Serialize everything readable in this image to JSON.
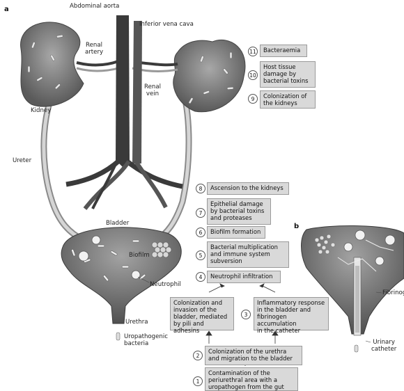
{
  "panels": {
    "a": "a",
    "b": "b"
  },
  "labels": {
    "abdominal_aorta": "Abdominal aorta",
    "inferior_vena_cava": "Inferior vena cava",
    "renal_artery": "Renal\nartery",
    "renal_vein": "Renal\nvein",
    "kidney": "Kidney",
    "ureter": "Ureter",
    "bladder": "Bladder",
    "biofilm": "Biofilm",
    "neutrophil": "Neutrophil",
    "urethra": "Urethra",
    "uropathogenic_bacteria": "Uropathogenic\nbacteria",
    "fibrinogen": "Fibrinogen",
    "urinary_catheter": "Urinary\ncatheter"
  },
  "steps": [
    {
      "num": "1",
      "text": "Contamination of the\nperiurethral area with a\nuropathogen from the gut"
    },
    {
      "num": "2",
      "text": "Colonization of the urethra\nand migration to the bladder"
    },
    {
      "num": "",
      "text": "Colonization and\ninvasion of the\nbladder, mediated\nby pili and adhesins"
    },
    {
      "num": "3",
      "text": "Inflammatory response\nin the bladder and\nfibrinogen accumulation\nin the catheter"
    },
    {
      "num": "4",
      "text": "Neutrophil infiltration"
    },
    {
      "num": "5",
      "text": "Bacterial multiplication\nand immune system\nsubversion"
    },
    {
      "num": "6",
      "text": "Biofilm formation"
    },
    {
      "num": "7",
      "text": "Epithelial damage\nby bacterial toxins\nand proteases"
    },
    {
      "num": "8",
      "text": "Ascension to the kidneys"
    },
    {
      "num": "9",
      "text": "Colonization of\nthe kidneys"
    },
    {
      "num": "10",
      "text": "Host tissue\ndamage by\nbacterial toxins"
    },
    {
      "num": "11",
      "text": "Bacteraemia"
    }
  ],
  "colors": {
    "organ_dark": "#5b5b5b",
    "organ_light": "#a9a9a9",
    "vessel": "#3a3a3a",
    "box_fill": "#d9d9d9"
  }
}
